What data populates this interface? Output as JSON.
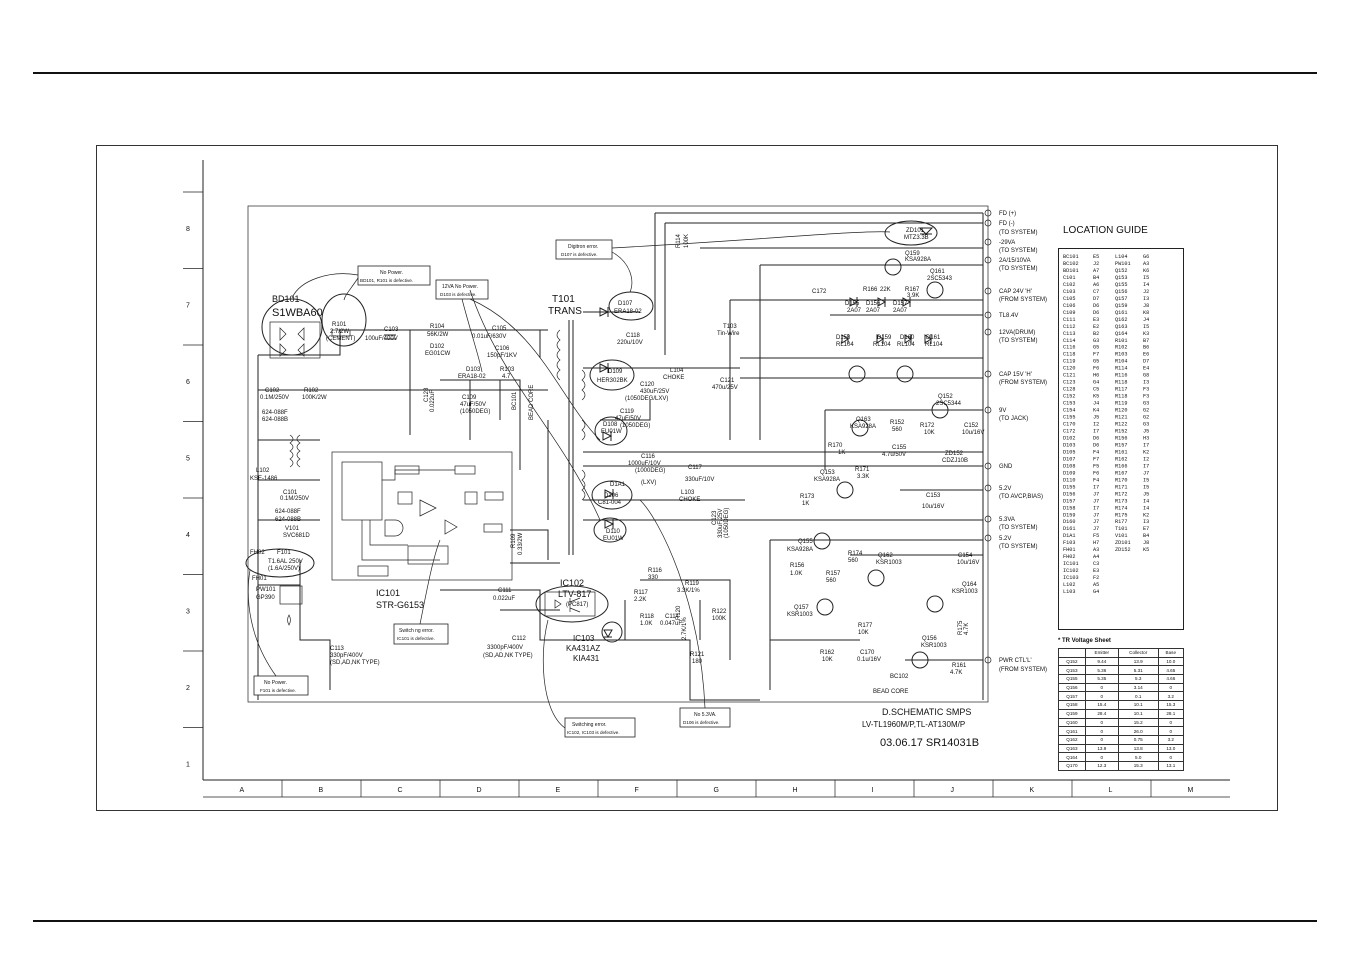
{
  "title_block": {
    "line1": "D.SCHEMATIC  SMPS",
    "line2": "LV-TL1960M/P,TL-AT130M/P",
    "line3": "03.06.17  SR14031B"
  },
  "grid": {
    "columns": [
      "A",
      "B",
      "C",
      "D",
      "E",
      "F",
      "G",
      "H",
      "I",
      "J",
      "K",
      "L",
      "M"
    ],
    "rows": [
      "8",
      "7",
      "6",
      "5",
      "4",
      "3",
      "2",
      "1"
    ]
  },
  "notes": {
    "bd101": {
      "line1": "No Power.",
      "line2": "BD101, R101 is defective."
    },
    "d103": {
      "line1": "12VA No Power.",
      "line2": "D103 is defective."
    },
    "d107": {
      "line1": "Digitron error.",
      "line2": "D107 is defective."
    },
    "ic101": {
      "line1": "Switch ng error.",
      "line2": "IC101 is defective."
    },
    "f101": {
      "line1": "No Power.",
      "line2": "F101 is defective."
    },
    "ic102": {
      "line1": "Switching error.",
      "line2": "IC102, IC103 is defective."
    },
    "d106": {
      "line1": "No 5.3VA.",
      "line2": "D106 is defective."
    }
  },
  "components": {
    "bd101": "BD101",
    "bd101_part": "S1WBA60",
    "r101": "R101",
    "r101_val": "2.7/2W",
    "r101_type": "(CEMENT)",
    "c103": "C103",
    "c103_val": "100uF/400V",
    "r104": "R104",
    "r104_val": "56K/2W",
    "d102": "D102",
    "d102_part": "EG01CW",
    "c105": "C105",
    "c105_val": "0.01uF/630V",
    "c106": "C106",
    "c106_val": "150pF/1KV",
    "d103": "D103",
    "d103_part": "ERA18-02",
    "r103": "R103",
    "r103_val": "4.7",
    "t101": "T101",
    "t101_type": "TRANS",
    "d107": "D107",
    "d107_part": "ERA18-02",
    "c118": "C118",
    "c118_val": "220u/10V",
    "r114": "R114",
    "r114_val": "100K",
    "d109": "D109",
    "d109_part": "HER302BK",
    "l104": "L104",
    "l104_type": "CHOKE",
    "c120": "C120",
    "c120_val": "430uF/25V",
    "c120_note": "(1050DEG/LXV)",
    "c121": "C121",
    "c121_val": "470u/25V",
    "c119": "C119",
    "c119_val": "47uF/50V",
    "c119_note": "(1050DEG)",
    "d108": "D108",
    "d108_part": "EU01W",
    "c102": "C102",
    "c102_val": "0.1M/250V",
    "r102": "R102",
    "r102_val": "100K/2W",
    "l101a": "624-088F",
    "l101b": "624-088B",
    "c128": "C128",
    "c128_val": "0.022uF",
    "c109": "C109",
    "c109_val": "47uF/50V",
    "c109_note": "(1050DEG)",
    "bc101": "BC101",
    "bead": "BEAD CORE",
    "l102": "L102",
    "l102_part": "KSE-1486",
    "c101": "C101",
    "c101_val": "0.1M/250V",
    "l103a": "624-088F",
    "l103b": "624-088B",
    "v101": "V101",
    "v101_part": "SVC681D",
    "fh02": "FH02",
    "f101": "F101",
    "f101_v1": "T1.6AL 250V",
    "f101_v2": "(1.6A/250V)",
    "fh01": "FH01",
    "pw101": "PW101",
    "pw101_part": "GP390",
    "c113": "C113",
    "c113_val": "330pF/400V",
    "c113_note": "(SD,AD,NK TYPE)",
    "ic101": "IC101",
    "ic101_part": "STR-G6153",
    "c111": "C111",
    "c111_val": "0.022uF",
    "r109": "R109",
    "r109_val": "0.33/2W",
    "d1a1": "D1A1",
    "c116": "C116",
    "c116_val": "1000uF/10V",
    "c116_note": "(1000DEG)",
    "c116_note2": "(LXV)",
    "c117": "C117",
    "c117_val": "330uF/10V",
    "d106": "D106",
    "d106_part": "C81-004",
    "l103": "L103",
    "l103_type": "CHOKE",
    "c123": "C123",
    "c123_val": "330uF/25V",
    "c123_note": "(1050DEG)",
    "d110": "D110",
    "d110_part": "EU01W",
    "ic102": "IC102",
    "ic102_part": "LTV-817",
    "ic102_alt": "(PC817)",
    "r116": "R116",
    "r116_val": "330",
    "r117": "R117",
    "r117_val": "2.2K",
    "r119": "R119",
    "r119_val": "3.3K/1%",
    "r118": "R118",
    "r118_val": "1.0K",
    "c114": "C114",
    "c114_val": "0.047uF",
    "c112": "C112",
    "c112_val": "3300pF/400V",
    "c112_note": "(SD,AD,NK TYPE)",
    "ic103": "IC103",
    "ic103_part": "KA431AZ",
    "ic103_alt": "KIA431",
    "r120": "R120",
    "r120_val": "2.7K/1%",
    "r122": "R122",
    "r122_val": "100K",
    "r121": "R121",
    "r121_val": "180",
    "zd101": "ZD101",
    "zd101_part": "MTZ3.3B",
    "q159": "Q159",
    "q159_part": "KSA928A",
    "r166": "R166",
    "r166_val": "22K",
    "r167": "R167",
    "r167_val": "3.9K",
    "q161": "Q161",
    "q161_part": "2SC5343",
    "c172": "C172",
    "d155": "D155",
    "d155_part": "2A07",
    "d156": "D156",
    "d156_part": "2A07",
    "d157": "D157",
    "d157_part": "2A07",
    "t103": "T103",
    "t103_type": "Tin-Wire",
    "d158": "D158",
    "d158_part": "RL104",
    "d159": "D159",
    "d159_part": "RL104",
    "d160": "D160",
    "d160_part": "RL104",
    "d161": "D161",
    "d161_part": "RL104",
    "q152": "Q152",
    "q152_part": "2SC5344",
    "q163": "Q163",
    "q163_part": "KSA928A",
    "r152": "R152",
    "r152_val": "560",
    "r172": "R172",
    "r172_val": "10K",
    "c152": "C152",
    "c152_val": "10u/16V",
    "r170": "R170",
    "r170_val": "1K",
    "c155": "C155",
    "c155_val": "4.7u/50V",
    "zd152": "ZD152",
    "zd152_part": "CDZJ10B",
    "r171": "R171",
    "r171_val": "3.3K",
    "q153": "Q153",
    "q153_part": "KSA928A",
    "r173": "R173",
    "r173_val": "1K",
    "c153": "C153",
    "c153_val": "10u/16V",
    "q155": "Q155",
    "q155_part": "KSA928A",
    "r156": "R156",
    "r156_val": "1.0K",
    "r174": "R174",
    "r174_val": "560",
    "r157": "R157",
    "r157_val": "560",
    "q162": "Q162",
    "q162_part": "KSR1003",
    "c154": "C154",
    "c154_val": "10u/16V",
    "q164": "Q164",
    "q164_part": "KSR1003",
    "q157": "Q157",
    "q157_part": "KSR1003",
    "r177": "R177",
    "r177_val": "10K",
    "r175": "R175",
    "r175_val": "4.7K",
    "q156": "Q156",
    "q156_part": "KSR1003",
    "r162": "R162",
    "r162_val": "10K",
    "c170": "C170",
    "c170_val": "0.1u/16V",
    "r161": "R161",
    "r161_val": "4.7K",
    "bc102": "BC102",
    "bc102_type": "BEAD CORE"
  },
  "connectors": [
    {
      "label": "FD (+)"
    },
    {
      "label": "FD (-)"
    },
    {
      "label": "(TO SYSTEM)"
    },
    {
      "label": "-29VA"
    },
    {
      "label": "(TO SYSTEM)"
    },
    {
      "label": "2A/15/10VA"
    },
    {
      "label": "(TO SYSTEM)"
    },
    {
      "label": "CAP 24V 'H'"
    },
    {
      "label": "(FROM SYSTEM)"
    },
    {
      "label": "TL8.4V"
    },
    {
      "label": "12VA(DRUM)"
    },
    {
      "label": "(TO SYSTEM)"
    },
    {
      "label": "CAP 15V 'H'"
    },
    {
      "label": "(FROM SYSTEM)"
    },
    {
      "label": "9V"
    },
    {
      "label": "(TO JACK)"
    },
    {
      "label": "GND"
    },
    {
      "label": "5.2V"
    },
    {
      "label": "(TO AVCP,BIAS)"
    },
    {
      "label": "5.3VA"
    },
    {
      "label": "(TO SYSTEM)"
    },
    {
      "label": "5.2V"
    },
    {
      "label": "(TO SYSTEM)"
    },
    {
      "label": "PWR CTL'L'"
    },
    {
      "label": "(FROM SYSTEM)"
    }
  ],
  "location_guide": {
    "title": "LOCATION GUIDE",
    "col1": [
      [
        "BC101",
        "E5"
      ],
      [
        "BC102",
        "J2"
      ],
      [
        "BD101",
        "A7"
      ],
      [
        "C101",
        "B4"
      ],
      [
        "C102",
        "A6"
      ],
      [
        "C103",
        "C7"
      ],
      [
        "C105",
        "D7"
      ],
      [
        "C106",
        "D6"
      ],
      [
        "C109",
        "D6"
      ],
      [
        "C111",
        "E3"
      ],
      [
        "C112",
        "E2"
      ],
      [
        "C113",
        "B2"
      ],
      [
        "C114",
        "G3"
      ],
      [
        "C116",
        "G5"
      ],
      [
        "C118",
        "F7"
      ],
      [
        "C119",
        "G5"
      ],
      [
        "C120",
        "F6"
      ],
      [
        "C121",
        "H6"
      ],
      [
        "C123",
        "G4"
      ],
      [
        "C128",
        "C5"
      ],
      [
        "C152",
        "K5"
      ],
      [
        "C153",
        "J4"
      ],
      [
        "C154",
        "K4"
      ],
      [
        "C155",
        "J5"
      ],
      [
        "C170",
        "I2"
      ],
      [
        "C172",
        "I7"
      ],
      [
        "D102",
        "D6"
      ],
      [
        "D103",
        "D6"
      ],
      [
        "D105",
        "F4"
      ],
      [
        "D107",
        "F7"
      ],
      [
        "D108",
        "F5"
      ],
      [
        "D109",
        "F6"
      ],
      [
        "D110",
        "F4"
      ],
      [
        "D155",
        "I7"
      ],
      [
        "D156",
        "J7"
      ],
      [
        "D157",
        "J7"
      ],
      [
        "D158",
        "I7"
      ],
      [
        "D159",
        "J7"
      ],
      [
        "D160",
        "J7"
      ],
      [
        "D161",
        "J7"
      ],
      [
        "D1A1",
        "F5"
      ],
      [
        "F103",
        "H7"
      ],
      [
        "FH01",
        "A3"
      ],
      [
        "FH02",
        "A4"
      ],
      [
        "IC101",
        "C3"
      ],
      [
        "IC102",
        "E3"
      ],
      [
        "IC103",
        "F2"
      ],
      [
        "L102",
        "A5"
      ],
      [
        "L103",
        "G4"
      ]
    ],
    "col2": [
      [
        "L104",
        "G6"
      ],
      [
        "PW101",
        "A3"
      ],
      [
        "Q152",
        "K6"
      ],
      [
        "Q153",
        "I5"
      ],
      [
        "Q155",
        "I4"
      ],
      [
        "Q156",
        "J2"
      ],
      [
        "Q157",
        "I3"
      ],
      [
        "Q159",
        "J8"
      ],
      [
        "Q161",
        "K8"
      ],
      [
        "Q162",
        "J4"
      ],
      [
        "Q163",
        "I5"
      ],
      [
        "Q164",
        "K3"
      ],
      [
        "R101",
        "B7"
      ],
      [
        "R102",
        "B6"
      ],
      [
        "R103",
        "E6"
      ],
      [
        "R104",
        "D7"
      ],
      [
        "R114",
        "E4"
      ],
      [
        "R116",
        "G8"
      ],
      [
        "R118",
        "I3"
      ],
      [
        "R117",
        "F3"
      ],
      [
        "R118",
        "F3"
      ],
      [
        "R119",
        "G3"
      ],
      [
        "R120",
        "G2"
      ],
      [
        "R121",
        "G2"
      ],
      [
        "R122",
        "G3"
      ],
      [
        "R152",
        "J5"
      ],
      [
        "R156",
        "H3"
      ],
      [
        "R157",
        "I7"
      ],
      [
        "R161",
        "K2"
      ],
      [
        "R162",
        "I2"
      ],
      [
        "R166",
        "I7"
      ],
      [
        "R167",
        "J7"
      ],
      [
        "R170",
        "I5"
      ],
      [
        "R171",
        "I5"
      ],
      [
        "R172",
        "J5"
      ],
      [
        "R173",
        "I4"
      ],
      [
        "R174",
        "I4"
      ],
      [
        "R175",
        "K2"
      ],
      [
        "R177",
        "I3"
      ],
      [
        "T101",
        "E7"
      ],
      [
        "V101",
        "B4"
      ],
      [
        "ZD101",
        "J8"
      ],
      [
        "ZD152",
        "K5"
      ]
    ]
  },
  "tr_voltage": {
    "title": "* TR Voltage Sheet",
    "headers": [
      "",
      "Emitter",
      "Collector",
      "Base"
    ],
    "rows": [
      [
        "Q152",
        "9.44",
        "13.9",
        "10.0"
      ],
      [
        "Q153",
        "5.36",
        "5.31",
        "4.65"
      ],
      [
        "Q155",
        "5.35",
        "5.3",
        "4.66"
      ],
      [
        "Q156",
        "0",
        "3.14",
        "0"
      ],
      [
        "Q157",
        "0",
        "0.1",
        "3.2"
      ],
      [
        "Q158",
        "15.4",
        "10.1",
        "15.3"
      ],
      [
        "Q159",
        "28.4",
        "10.1",
        "28.1"
      ],
      [
        "Q160",
        "0",
        "15.2",
        "0"
      ],
      [
        "Q161",
        "0",
        "26.0",
        "0"
      ],
      [
        "Q162",
        "0",
        "0.75",
        "3.2"
      ],
      [
        "Q163",
        "13.9",
        "13.8",
        "13.0"
      ],
      [
        "Q164",
        "0",
        "5.0",
        "0"
      ],
      [
        "Q170",
        "12.3",
        "15.3",
        "13.1"
      ]
    ]
  }
}
